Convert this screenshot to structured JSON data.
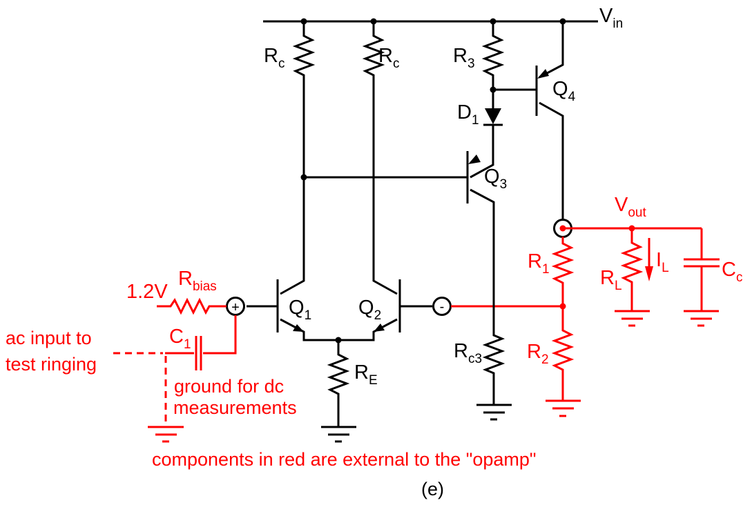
{
  "figure": {
    "caption": "(e)",
    "note": "components in red are external to the \"opamp\"",
    "colors": {
      "internal": "#000000",
      "external": "#ff0000"
    }
  },
  "nodes": {
    "vin": {
      "main": "V",
      "sub": "in"
    },
    "vout": {
      "main": "V",
      "sub": "out"
    },
    "plus_terminal": "+",
    "minus_terminal": "-"
  },
  "components": {
    "rc_left": {
      "main": "R",
      "sub": "c"
    },
    "rc_right": {
      "main": "R",
      "sub": "c"
    },
    "r3": {
      "main": "R",
      "sub": "3"
    },
    "d1": {
      "main": "D",
      "sub": "1"
    },
    "q1": {
      "main": "Q",
      "sub": "1"
    },
    "q2": {
      "main": "Q",
      "sub": "2"
    },
    "q3": {
      "main": "Q",
      "sub": "3"
    },
    "q4": {
      "main": "Q",
      "sub": "4"
    },
    "re": {
      "main": "R",
      "sub": "E"
    },
    "rc3": {
      "main": "R",
      "sub": "c3"
    },
    "r1": {
      "main": "R",
      "sub": "1"
    },
    "r2": {
      "main": "R",
      "sub": "2"
    },
    "rl": {
      "main": "R",
      "sub": "L"
    },
    "il": {
      "main": "I",
      "sub": "L"
    },
    "cc": {
      "main": "C",
      "sub": "c"
    },
    "c1": {
      "main": "C",
      "sub": "1"
    },
    "rbias": {
      "main": "R",
      "sub": "bias"
    }
  },
  "sources": {
    "bias_voltage": "1.2V"
  },
  "annotations": {
    "ac_input_line1": "ac input to",
    "ac_input_line2": "test ringing",
    "ground_dc_line1": "ground for dc",
    "ground_dc_line2": "measurements"
  }
}
